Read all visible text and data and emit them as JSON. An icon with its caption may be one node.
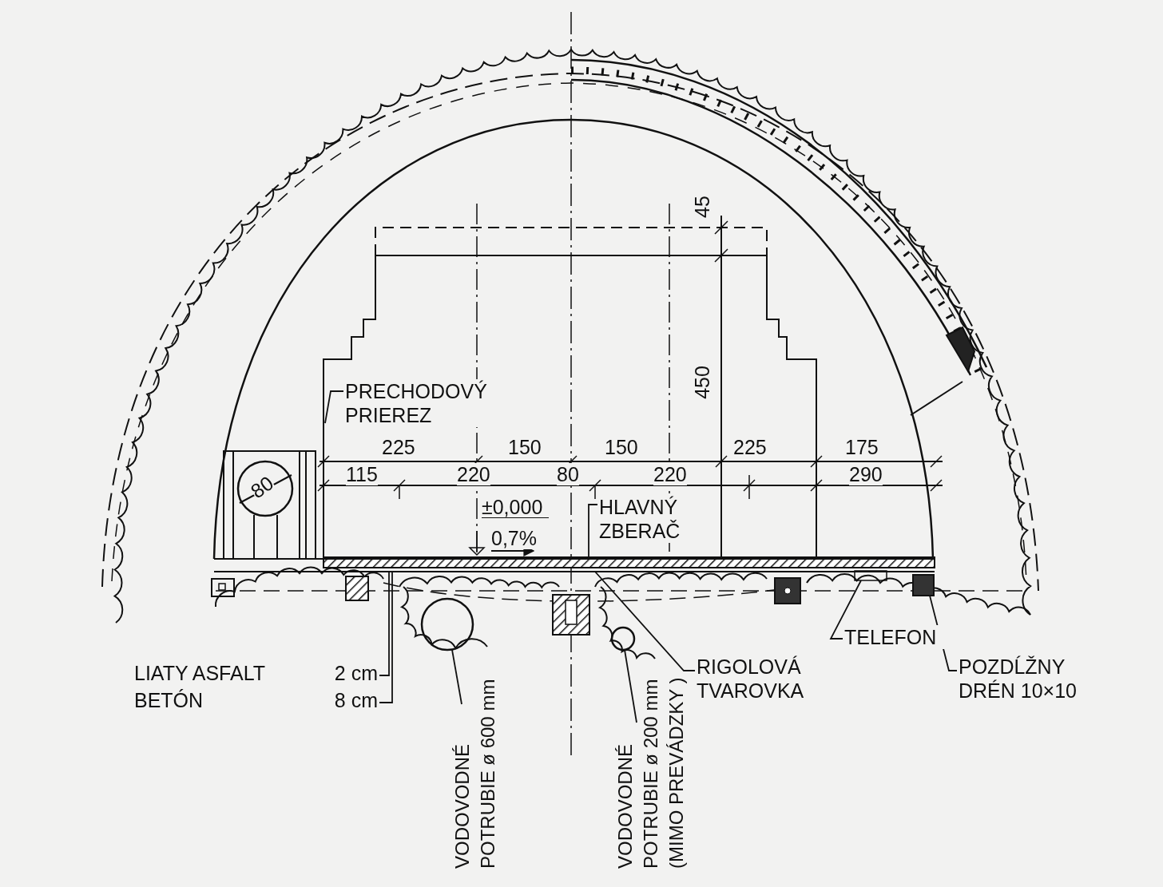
{
  "diagram": {
    "nodes": [
      {
        "text": [
          "PRECHODOVÝ PRIEREZ"
        ]
      },
      {
        "text": [
          "HLAVNÝ ZBERAČ"
        ]
      },
      {
        "text": [
          "LIATY ASFALT",
          "2 cm"
        ]
      },
      {
        "text": [
          "BETÓN",
          "8 cm"
        ]
      },
      {
        "text": [
          "VODOVODNÉ POTRUBIE ø 600 mm"
        ]
      },
      {
        "text": [],
        "shape": "circle"
      },
      {
        "text": [
          "VODOVODNÉ POTRUBIE ø 200 mm (MIMO PREVÁDZKY )"
        ]
      },
      {
        "text": [],
        "shape": "circle"
      },
      {
        "text": [
          "RIGOLOVÁ TVAROVKA"
        ]
      },
      {
        "text": [
          "TELEFON"
        ]
      },
      {
        "text": [
          "POZDĹŽNY DRÉN 10×10"
        ]
      },
      {
        "text": [],
        "shape": "box"
      }
    ],
    "edges": [
      {
        "from": 0,
        "to": null,
        "arrow": "none"
      },
      {
        "from": 1,
        "to": null,
        "arrow": "none"
      },
      {
        "from": 2,
        "to": null,
        "arrow": "none"
      },
      {
        "from": 3,
        "to": null,
        "arrow": "none"
      },
      {
        "from": 4,
        "to": 5,
        "arrow": "none"
      },
      {
        "from": 6,
        "to": 7,
        "arrow": "none"
      },
      {
        "from": 8,
        "to": null,
        "arrow": "none"
      },
      {
        "from": 9,
        "to": null,
        "arrow": "none"
      },
      {
        "from": 10,
        "to": 11,
        "arrow": "none"
      }
    ],
    "labels": [
      "45",
      "450",
      "225",
      "150",
      "150",
      "225",
      "175",
      "115",
      "220",
      "80",
      "220",
      "290",
      "80",
      "±0,000",
      "0,7%"
    ]
  }
}
